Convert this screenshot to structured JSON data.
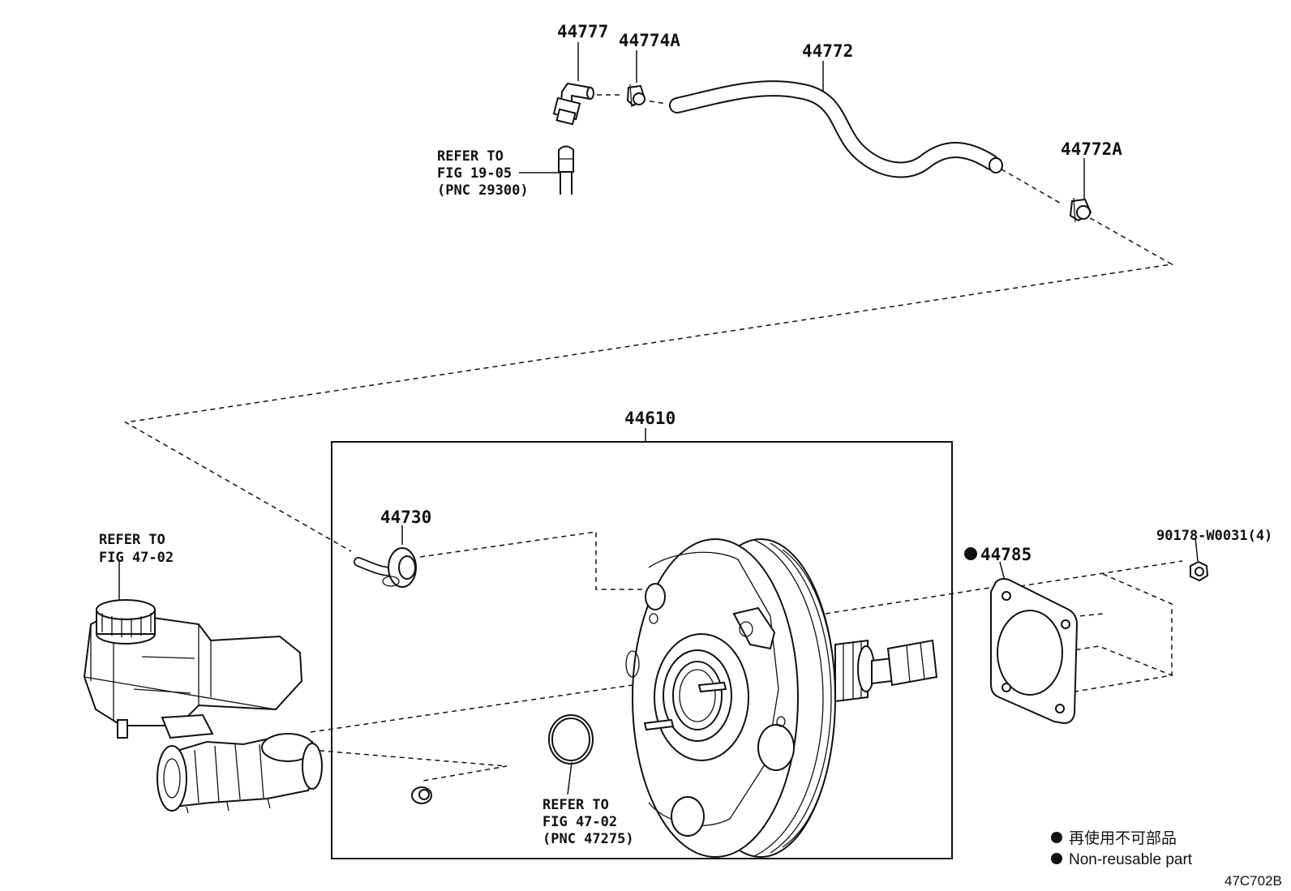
{
  "labels": {
    "p44777": "44777",
    "p44774a": "44774A",
    "p44772": "44772",
    "p44772a": "44772A",
    "p44610": "44610",
    "p44730": "44730",
    "p44785": "44785",
    "p90178": "90178-W0031(4)"
  },
  "refs": {
    "ref_hose": [
      "REFER TO",
      "FIG 19-05",
      "(PNC 29300)"
    ],
    "ref_master": [
      "REFER TO",
      "FIG 47-02"
    ],
    "ref_oring": [
      "REFER TO",
      "FIG 47-02",
      "(PNC 47275)"
    ]
  },
  "legend": {
    "jp": "再使用不可部品",
    "en": "Non-reusable part"
  },
  "figure_id": "47C702B"
}
